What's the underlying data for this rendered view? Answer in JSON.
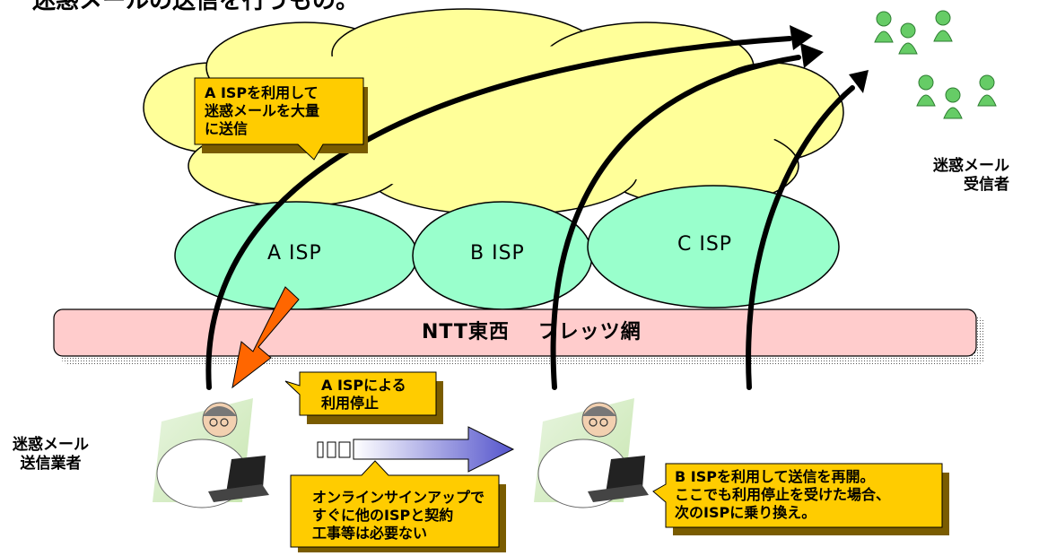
{
  "title": "迷惑メールの送信を行うもの。",
  "isps": [
    "A ISP",
    "B ISP",
    "C ISP"
  ],
  "network": "NTT東西　 フレッツ網",
  "callouts": {
    "a_isp_usage": "A ISPを利用して\n迷惑メールを大量\nに送信",
    "a_isp_stop": "A ISPによる\n利用停止",
    "online_signup": "オンラインサインアップで\nすぐに他のISPと契約\n工事等は必要ない",
    "b_isp_resume": "B ISPを利用して送信を再開。\nここでも利用停止を受けた場合、\n次のISPに乗り換え。"
  },
  "labels": {
    "sender": "迷惑メール\n送信業者",
    "receiver": "迷惑メール\n受信者"
  },
  "colors": {
    "cloud": "#ffff99",
    "isp": "#99ffcc",
    "network_band": "#ffcccc",
    "callout": "#ffcc00",
    "warning_arrow": "#ff6600",
    "people": "#66cc66"
  }
}
